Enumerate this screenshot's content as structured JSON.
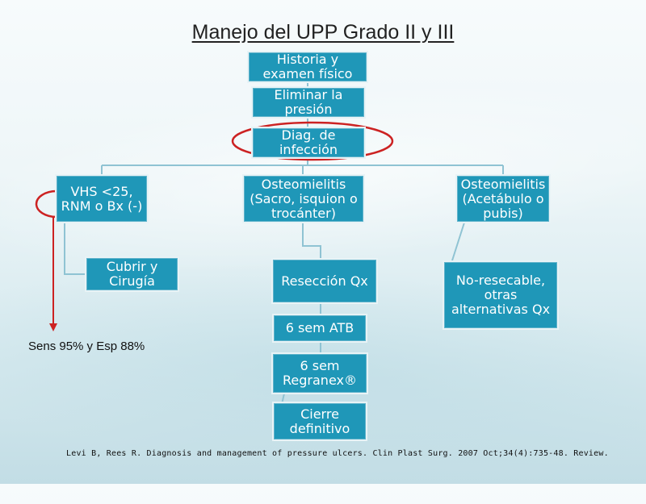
{
  "title": "Manejo del UPP Grado II y III",
  "nodes": {
    "historia": "Historia y\nexamen físico",
    "eliminar": "Eliminar la\npresión",
    "diag": "Diag. de\ninfección",
    "vhs": "VHS <25,\nRNM o Bx (-)",
    "osteo_sacro": "Osteomielitis\n(Sacro, isquion o\ntrocánter)",
    "osteo_acet": "Osteomielitis\n(Acetábulo o\npubis)",
    "cubrir": "Cubrir y\nCirugía",
    "reseccion": "Resección Qx",
    "no_resecable": "No-resecable,\notras\nalternativas Qx",
    "atb": "6 sem ATB",
    "regranex": "6 sem\nRegranex®",
    "cierre": "Cierre\ndefinitivo"
  },
  "annotation": "Sens 95% y Esp 88%",
  "citation": "Levi B, Rees R. Diagnosis and management of pressure ulcers. Clin Plast Surg. 2007 Oct;34(4):735-48. Review.",
  "colors": {
    "box_fill": "#1f97b8",
    "connector": "#8fc3d3",
    "highlight_ellipse": "#cc2222",
    "arrow": "#cc2222"
  }
}
